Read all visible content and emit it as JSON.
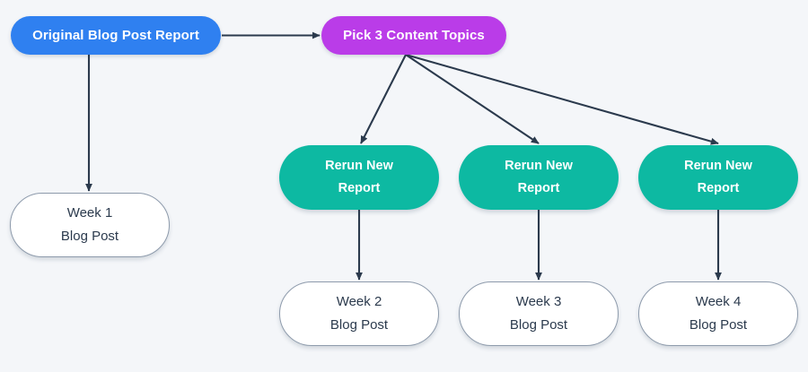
{
  "diagram": {
    "type": "flowchart",
    "background_color": "#f4f6f9",
    "edge_color": "#2b3a4d",
    "nodes": [
      {
        "id": "original-blog-post-report",
        "label": "Original Blog Post Report",
        "lines": [
          "Original Blog Post Report"
        ],
        "shape": "stadium",
        "fill": "#2f80f0",
        "text_color": "#ffffff"
      },
      {
        "id": "pick-3-content-topics",
        "label": "Pick 3 Content Topics",
        "lines": [
          "Pick 3 Content Topics"
        ],
        "shape": "stadium",
        "fill": "#ba3ce8",
        "text_color": "#ffffff"
      },
      {
        "id": "rerun-new-report-1",
        "label": "Rerun New Report",
        "lines": [
          "Rerun New",
          "Report"
        ],
        "shape": "stadium",
        "fill": "#0db9a2",
        "text_color": "#ffffff"
      },
      {
        "id": "rerun-new-report-2",
        "label": "Rerun New Report",
        "lines": [
          "Rerun New",
          "Report"
        ],
        "shape": "stadium",
        "fill": "#0db9a2",
        "text_color": "#ffffff"
      },
      {
        "id": "rerun-new-report-3",
        "label": "Rerun New Report",
        "lines": [
          "Rerun New",
          "Report"
        ],
        "shape": "stadium",
        "fill": "#0db9a2",
        "text_color": "#ffffff"
      },
      {
        "id": "week-1-blog-post",
        "label": "Week 1 Blog Post",
        "lines": [
          "Week 1",
          "Blog Post"
        ],
        "shape": "stadium",
        "fill": "#ffffff",
        "border_color": "#8e9bac",
        "text_color": "#2b3a4d"
      },
      {
        "id": "week-2-blog-post",
        "label": "Week 2 Blog Post",
        "lines": [
          "Week 2",
          "Blog Post"
        ],
        "shape": "stadium",
        "fill": "#ffffff",
        "border_color": "#8e9bac",
        "text_color": "#2b3a4d"
      },
      {
        "id": "week-3-blog-post",
        "label": "Week 3 Blog Post",
        "lines": [
          "Week 3",
          "Blog Post"
        ],
        "shape": "stadium",
        "fill": "#ffffff",
        "border_color": "#8e9bac",
        "text_color": "#2b3a4d"
      },
      {
        "id": "week-4-blog-post",
        "label": "Week 4 Blog Post",
        "lines": [
          "Week 4",
          "Blog Post"
        ],
        "shape": "stadium",
        "fill": "#ffffff",
        "border_color": "#8e9bac",
        "text_color": "#2b3a4d"
      }
    ],
    "edges": [
      {
        "id": "edge-original-to-pick3",
        "from": "original-blog-post-report",
        "to": "pick-3-content-topics",
        "label": "",
        "style": "solid-arrow"
      },
      {
        "id": "edge-original-to-week1",
        "from": "original-blog-post-report",
        "to": "week-1-blog-post",
        "label": "",
        "style": "solid-arrow"
      },
      {
        "id": "edge-pick3-to-rerun1",
        "from": "pick-3-content-topics",
        "to": "rerun-new-report-1",
        "label": "",
        "style": "solid-arrow"
      },
      {
        "id": "edge-pick3-to-rerun2",
        "from": "pick-3-content-topics",
        "to": "rerun-new-report-2",
        "label": "",
        "style": "solid-arrow"
      },
      {
        "id": "edge-pick3-to-rerun3",
        "from": "pick-3-content-topics",
        "to": "rerun-new-report-3",
        "label": "",
        "style": "solid-arrow"
      },
      {
        "id": "edge-rerun1-to-week2",
        "from": "rerun-new-report-1",
        "to": "week-2-blog-post",
        "label": "",
        "style": "solid-arrow"
      },
      {
        "id": "edge-rerun2-to-week3",
        "from": "rerun-new-report-2",
        "to": "week-3-blog-post",
        "label": "",
        "style": "solid-arrow"
      },
      {
        "id": "edge-rerun3-to-week4",
        "from": "rerun-new-report-3",
        "to": "week-4-blog-post",
        "label": "",
        "style": "solid-arrow"
      }
    ]
  }
}
